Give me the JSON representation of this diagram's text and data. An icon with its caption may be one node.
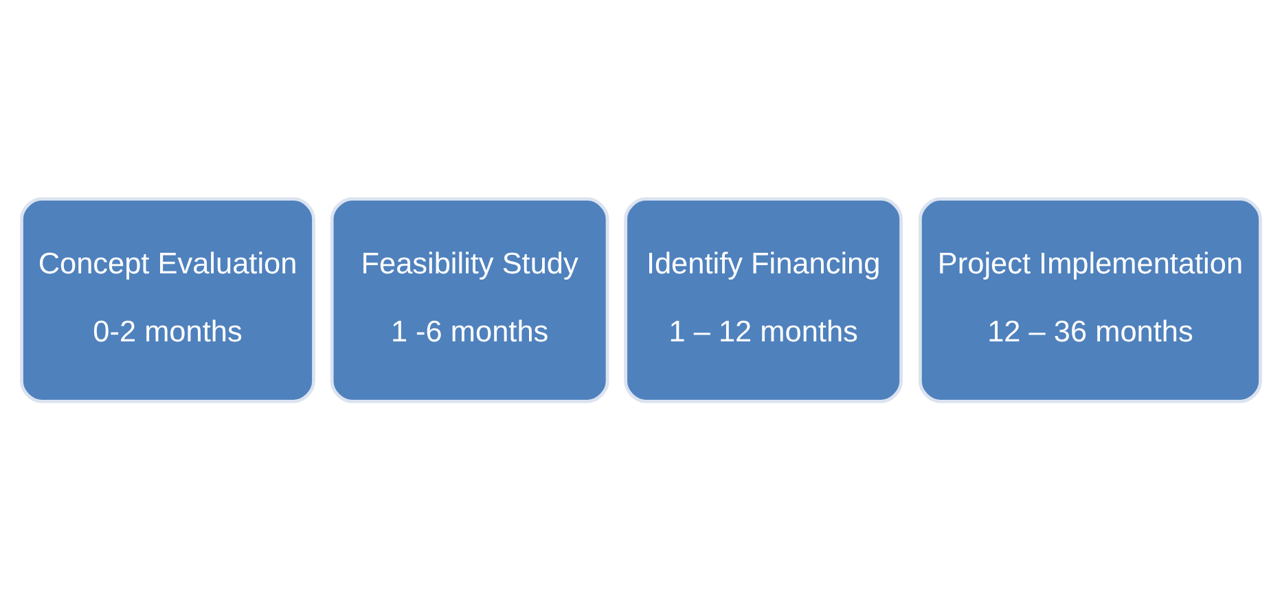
{
  "diagram": {
    "nodes": [
      {
        "text": [
          "Concept Evaluation",
          "0-2 months"
        ]
      },
      {
        "text": [
          "Feasibility Study",
          "1 -6 months"
        ]
      },
      {
        "text": [
          "Identify Financing",
          "1 – 12 months"
        ]
      },
      {
        "text": [
          "Project Implementation",
          "12 – 36 months"
        ]
      }
    ],
    "edges": []
  }
}
